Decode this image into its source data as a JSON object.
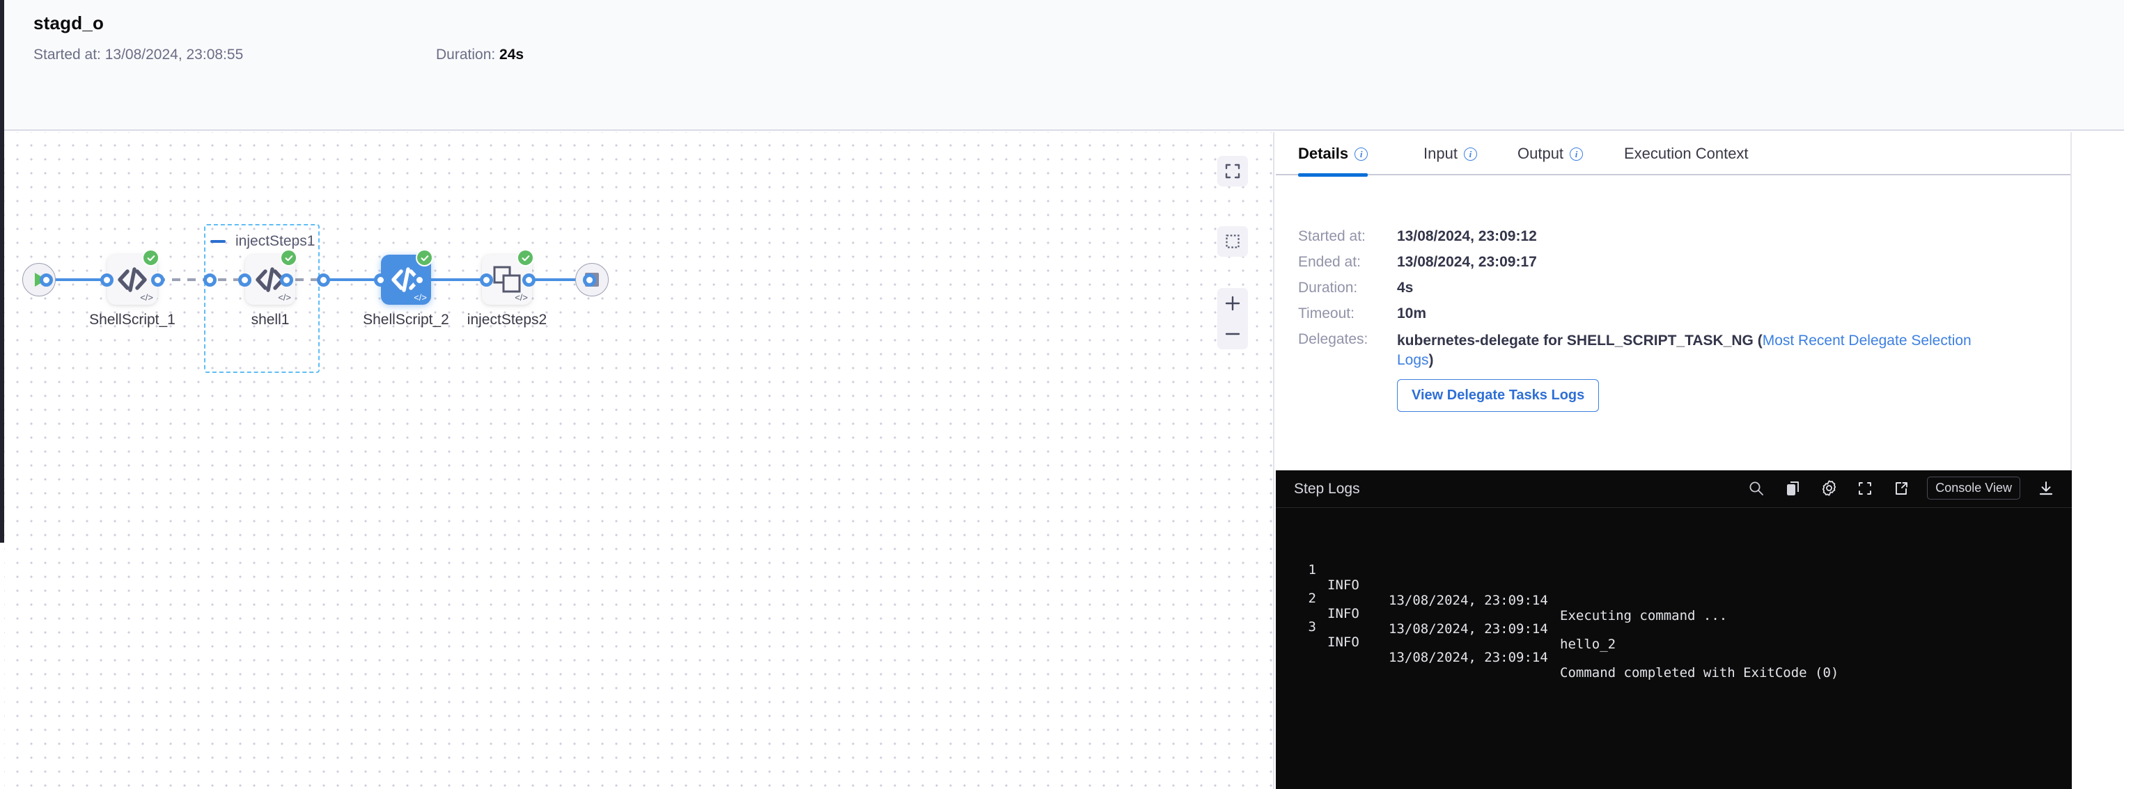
{
  "header": {
    "title": "stagd_o",
    "started_label": "Started at:",
    "started_value": "13/08/2024, 23:08:55",
    "duration_label": "Duration:",
    "duration_value": "24s"
  },
  "canvas": {
    "start_node_name": "start-node",
    "end_node_name": "end-node",
    "group": {
      "label": "injectSteps1",
      "collapse_icon": "minus-icon"
    },
    "nodes": [
      {
        "label": "ShellScript_1",
        "icon": "code-icon",
        "status": "success",
        "selected": false
      },
      {
        "label": "shell1",
        "icon": "code-icon",
        "status": "success",
        "selected": false
      },
      {
        "label": "ShellScript_2",
        "icon": "code-icon",
        "status": "success",
        "selected": true
      },
      {
        "label": "injectSteps2",
        "icon": "stacked-squares-icon",
        "status": "success",
        "selected": false
      }
    ],
    "controls": [
      {
        "name": "fit-to-screen-icon",
        "label": ""
      },
      {
        "name": "selection-box-icon",
        "label": ""
      },
      {
        "name": "zoom-in-icon",
        "label": "+"
      },
      {
        "name": "zoom-out-icon",
        "label": "−"
      }
    ]
  },
  "panel": {
    "tabs": [
      {
        "label": "Details",
        "has_info": true,
        "active": true
      },
      {
        "label": "Input",
        "has_info": true,
        "active": false
      },
      {
        "label": "Output",
        "has_info": true,
        "active": false
      },
      {
        "label": "Execution Context",
        "has_info": false,
        "active": false
      }
    ],
    "details": {
      "started_label": "Started at:",
      "started_value": "13/08/2024, 23:09:12",
      "ended_label": "Ended at:",
      "ended_value": "13/08/2024, 23:09:17",
      "duration_label": "Duration:",
      "duration_value": "4s",
      "timeout_label": "Timeout:",
      "timeout_value": "10m",
      "delegates_label": "Delegates:",
      "delegates_text": "kubernetes-delegate for SHELL_SCRIPT_TASK_NG (",
      "delegates_link": "Most Recent Delegate Selection Logs",
      "delegates_tail": ")",
      "view_logs_button": "View Delegate Tasks Logs"
    }
  },
  "logs": {
    "title": "Step Logs",
    "tools": [
      "search-icon",
      "copy-icon",
      "gear-icon",
      "fullscreen-icon",
      "external-link-icon"
    ],
    "console_view_button": "Console View",
    "download_icon": "download-icon",
    "lines": [
      {
        "no": "1",
        "level": "INFO",
        "time": "13/08/2024, 23:09:14",
        "message": "Executing command ..."
      },
      {
        "no": "2",
        "level": "INFO",
        "time": "13/08/2024, 23:09:14",
        "message": "hello_2"
      },
      {
        "no": "3",
        "level": "INFO",
        "time": "13/08/2024, 23:09:14",
        "message": "Command completed with ExitCode (0)"
      }
    ]
  },
  "colors": {
    "accent_blue": "#4A90E2",
    "tab_active": "#0B6FD8",
    "success_green": "#5DBB63",
    "link_blue": "#3C7FE0",
    "group_border": "#5FBDF5",
    "logs_bg": "#0B0B0C"
  }
}
